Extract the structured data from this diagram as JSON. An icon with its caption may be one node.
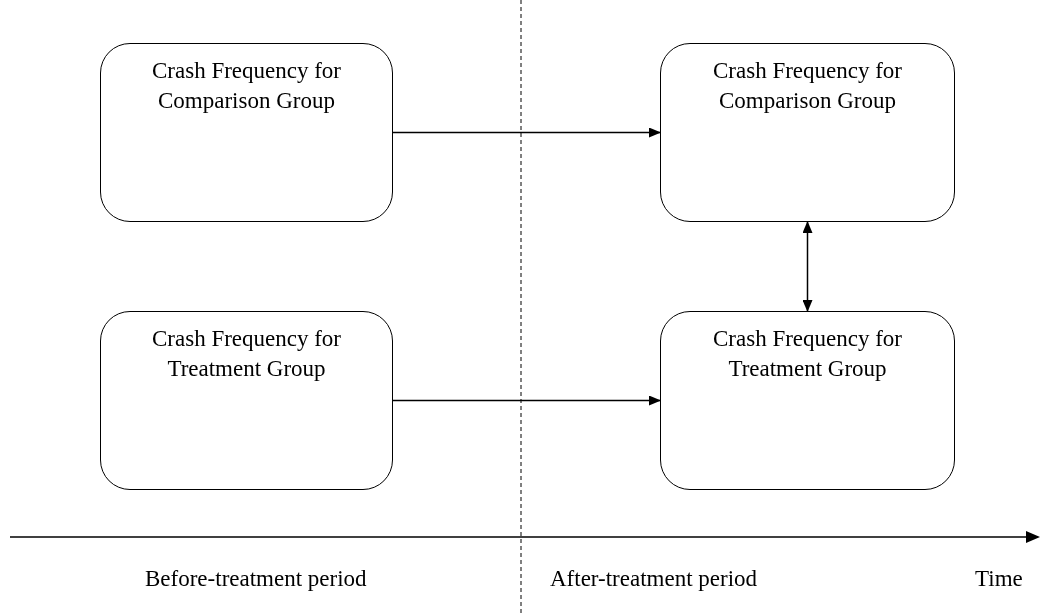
{
  "diagram": {
    "nodes": [
      {
        "text": [
          "Crash Frequency for Comparison Group"
        ]
      },
      {
        "text": [
          "Crash Frequency for Comparison Group"
        ]
      },
      {
        "text": [
          "Crash Frequency for Treatment Group"
        ]
      },
      {
        "text": [
          "Crash Frequency for Treatment Group"
        ]
      }
    ],
    "edges": [
      {
        "from": 0,
        "to": 1,
        "arrow": "to"
      },
      {
        "from": 2,
        "to": 3,
        "arrow": "to"
      },
      {
        "from": 1,
        "to": 3,
        "arrow": "both"
      }
    ],
    "labels": [
      "Before-treatment period",
      "After-treatment period",
      "Time"
    ]
  }
}
